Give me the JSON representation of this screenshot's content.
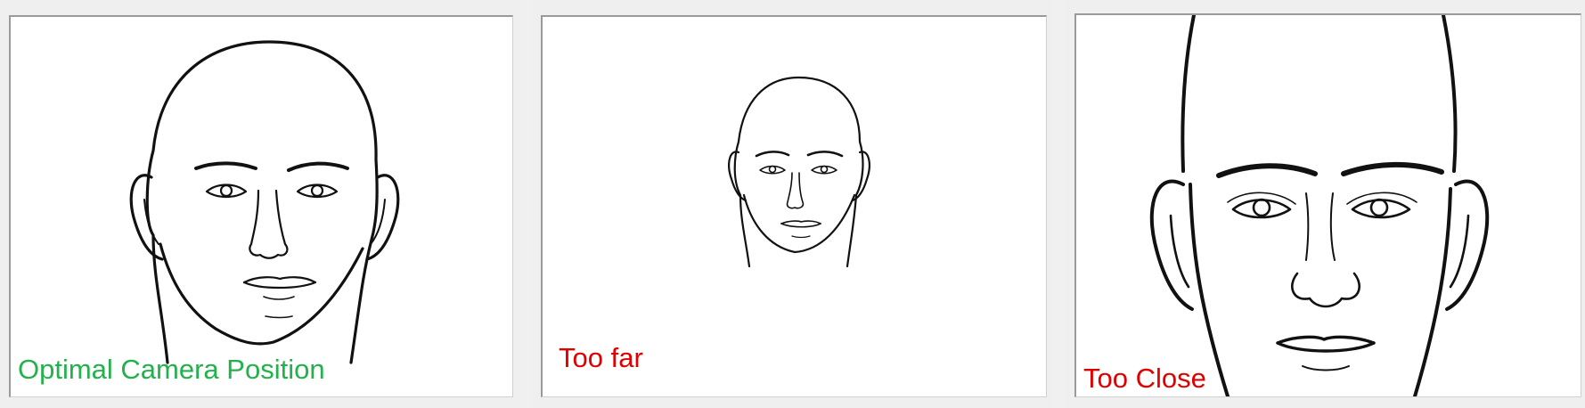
{
  "panels": [
    {
      "caption": "Optimal Camera Position",
      "caption_color": "#22b14c",
      "state": "optimal",
      "icon": "face-sketch-icon"
    },
    {
      "caption": "Too far",
      "caption_color": "#e00000",
      "state": "too-far",
      "icon": "face-sketch-icon"
    },
    {
      "caption": "Too Close",
      "caption_color": "#e00000",
      "state": "too-close",
      "icon": "face-sketch-icon"
    }
  ]
}
